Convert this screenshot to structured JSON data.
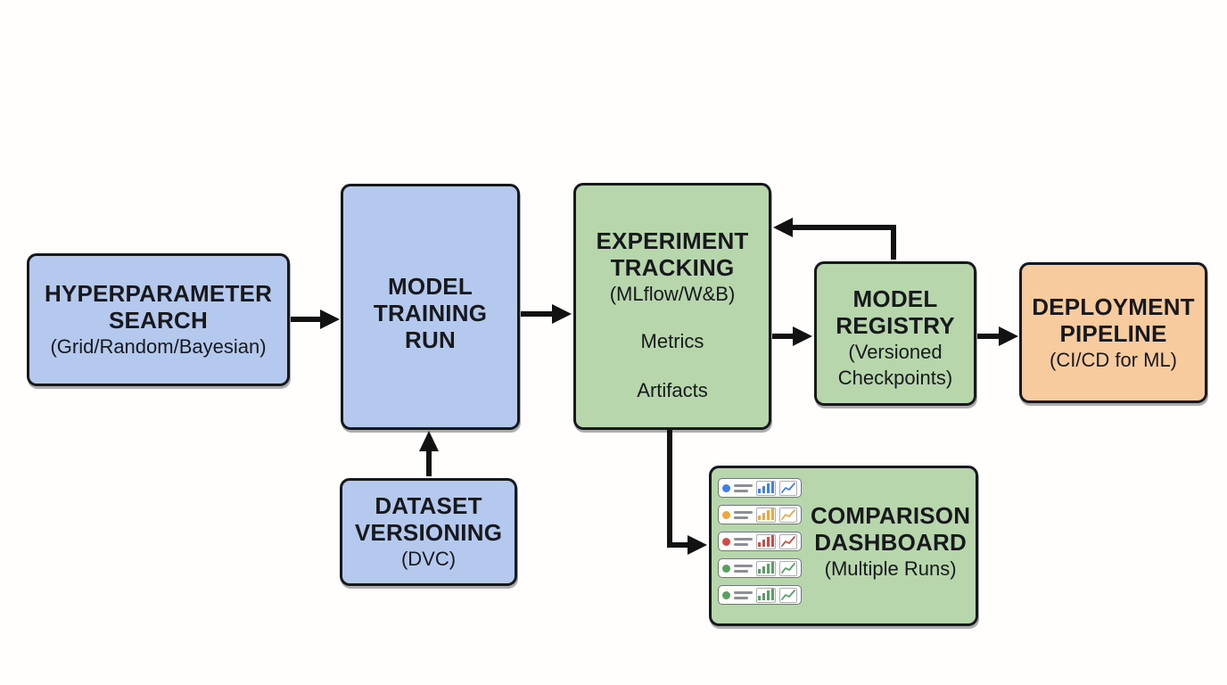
{
  "boxes": {
    "hyperparameter_search": {
      "title": "HYPERPARAMETER\nSEARCH",
      "subtitle": "(Grid/Random/Bayesian)",
      "fill": "#b5c9ef"
    },
    "model_training_run": {
      "title": "MODEL\nTRAINING\nRUN",
      "fill": "#b5c9ef"
    },
    "dataset_versioning": {
      "title": "DATASET\nVERSIONING",
      "subtitle": "(DVC)",
      "fill": "#b5c9ef"
    },
    "experiment_tracking": {
      "title": "EXPERIMENT\nTRACKING",
      "subtitle": "(MLflow/W&B)",
      "items": [
        "Metrics",
        "Artifacts"
      ],
      "fill": "#b7d6ab"
    },
    "model_registry": {
      "title": "MODEL\nREGISTRY",
      "subtitle": "(Versioned Checkpoints)",
      "fill": "#b7d6ab"
    },
    "deployment_pipeline": {
      "title": "DEPLOYMENT\nPIPELINE",
      "subtitle": "(CI/CD for ML)",
      "fill": "#f7cb9d"
    },
    "comparison_dashboard": {
      "title": "COMPARISON\nDASHBOARD",
      "subtitle": "(Multiple Runs)",
      "fill": "#b7d6ab",
      "row_icons": [
        "run-dot-icon",
        "list-lines-icon",
        "bar-chart-icon",
        "line-chart-icon"
      ],
      "rows": [
        {
          "dot_color": "#3d7ee8"
        },
        {
          "dot_color": "#eda73b"
        },
        {
          "dot_color": "#cf4b44"
        },
        {
          "dot_color": "#55a05e"
        },
        {
          "dot_color": "#55a05e"
        }
      ]
    }
  },
  "connections": [
    {
      "from": "hyperparameter_search",
      "to": "model_training_run"
    },
    {
      "from": "model_training_run",
      "to": "experiment_tracking"
    },
    {
      "from": "dataset_versioning",
      "to": "model_training_run"
    },
    {
      "from": "experiment_tracking",
      "to": "model_registry"
    },
    {
      "from": "model_registry",
      "to": "deployment_pipeline"
    },
    {
      "from": "model_registry",
      "to": "experiment_tracking"
    },
    {
      "from": "experiment_tracking",
      "to": "comparison_dashboard"
    }
  ],
  "colors": {
    "blue_fill": "#b5c9ef",
    "green_fill": "#b7d6ab",
    "orange_fill": "#f7cb9d",
    "border": "#15181d",
    "arrow": "#121212",
    "text": "#17191d"
  }
}
